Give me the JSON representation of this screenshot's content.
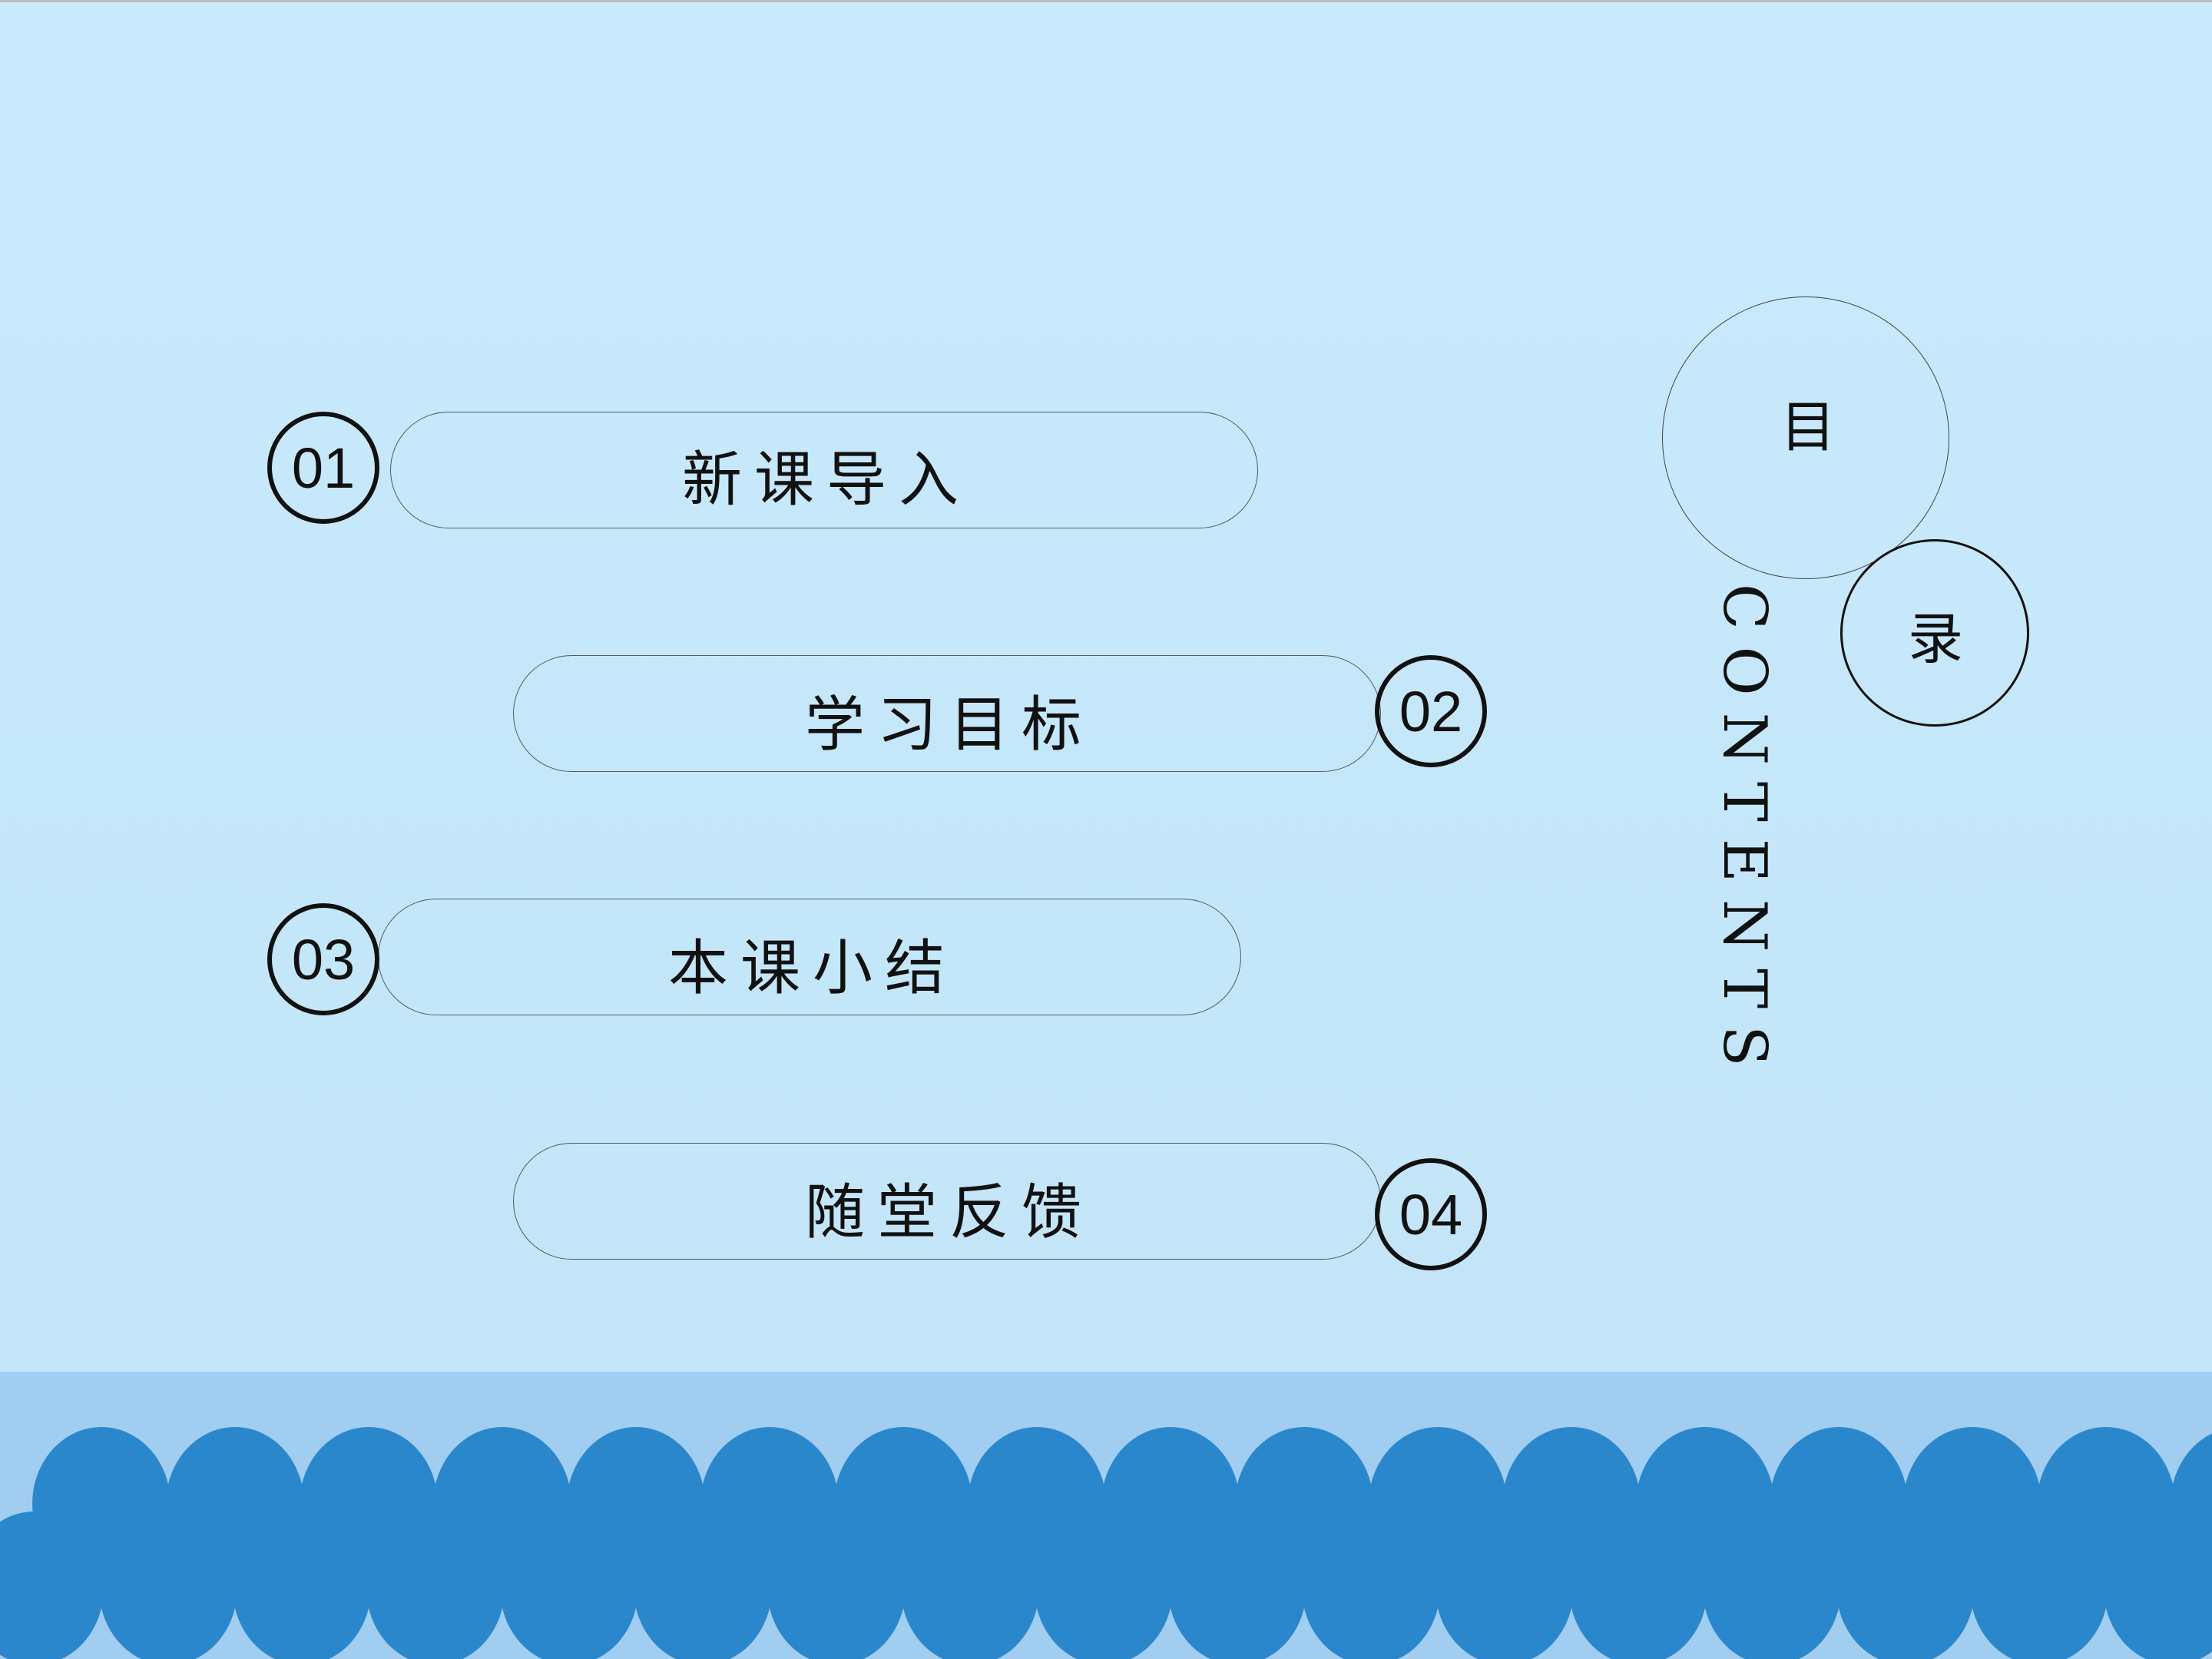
{
  "title": {
    "char1": "目",
    "char2": "录",
    "contents": "CONTENTS"
  },
  "menu": [
    {
      "number": "01",
      "label": "新课导入"
    },
    {
      "number": "02",
      "label": "学习目标"
    },
    {
      "number": "03",
      "label": "本课小结"
    },
    {
      "number": "04",
      "label": "随堂反馈"
    }
  ],
  "colors": {
    "background": "#c6e8fb",
    "sea": "#a0cdf0",
    "wave": "#2b87cc"
  }
}
